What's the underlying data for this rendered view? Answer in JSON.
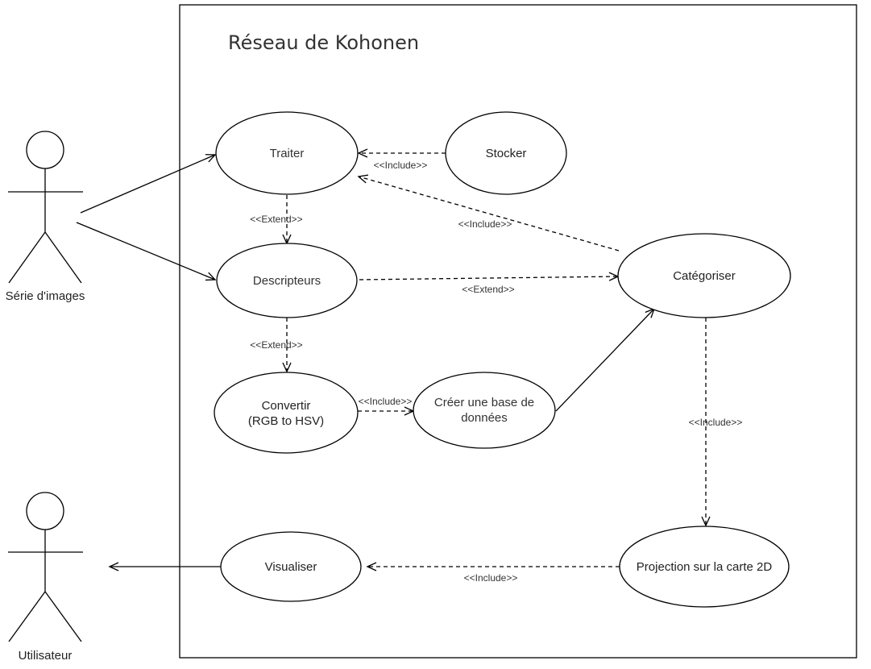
{
  "system": {
    "title": "Réseau de Kohonen"
  },
  "actors": {
    "serie": "Série d'images",
    "utilisateur": "Utilisateur"
  },
  "usecases": {
    "traiter": "Traiter",
    "stocker": "Stocker",
    "descripteurs": "Descripteurs",
    "categoriser": "Catégoriser",
    "convertir_line1": "Convertir",
    "convertir_line2": "(RGB to HSV)",
    "creer_line1": "Créer une base de",
    "creer_line2": "données",
    "visualiser": "Visualiser",
    "projection": "Projection sur la carte 2D"
  },
  "relations": {
    "stocker_traiter": "<<Include>>",
    "categoriser_traiter": "<<Include>>",
    "traiter_descripteurs": "<<Extend>>",
    "descripteurs_categoriser": "<<Extend>>",
    "descripteurs_convertir": "<<Extend>>",
    "convertir_creer": "<<Include>>",
    "categoriser_projection": "<<Include>>",
    "projection_visualiser": "<<Include>>"
  },
  "colors": {
    "stroke": "#000000",
    "background": "#ffffff",
    "text": "#222222"
  }
}
